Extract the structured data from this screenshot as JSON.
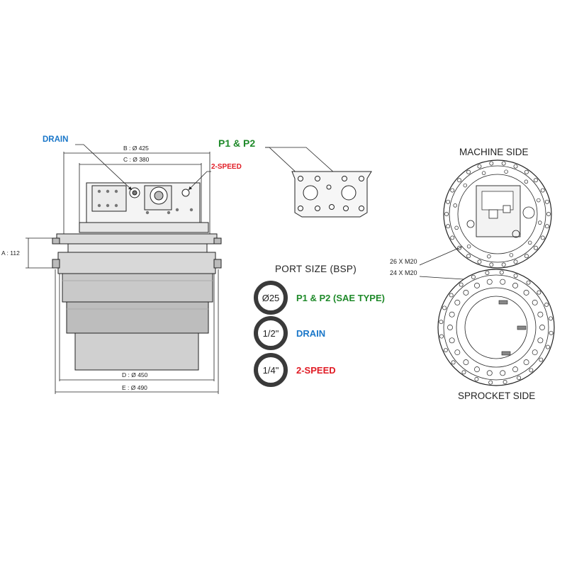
{
  "colors": {
    "drain": "#1a77c9",
    "two_speed": "#e01b24",
    "p1p2": "#1f8a2a",
    "line": "#222222"
  },
  "labels": {
    "drain": "DRAIN",
    "two_speed": "2-SPEED",
    "p1p2": "P1 & P2",
    "dim_a": "A : 112",
    "dim_b": "B : Ø 425",
    "dim_c": "C : Ø 380",
    "dim_d": "D : Ø 450",
    "dim_e": "E : Ø 490",
    "machine_side": "MACHINE SIDE",
    "sprocket_side": "SPROCKET SIDE",
    "bolts_machine": "26 X M20",
    "bolts_sprocket": "24 X M20"
  },
  "port_sizes": {
    "title": "PORT SIZE (BSP)",
    "items": [
      {
        "size": "Ø25",
        "label": "P1 & P2 (SAE TYPE)",
        "color": "#1f8a2a"
      },
      {
        "size": "1/2\"",
        "label": "DRAIN",
        "color": "#1a77c9"
      },
      {
        "size": "1/4\"",
        "label": "2-SPEED",
        "color": "#e01b24"
      }
    ]
  },
  "icons": {
    "machine_side_view": "flange-bolt-circle-icon",
    "sprocket_side_view": "sprocket-bolt-circle-icon",
    "motor_side_view": "travel-motor-icon",
    "port_block": "port-block-icon"
  }
}
